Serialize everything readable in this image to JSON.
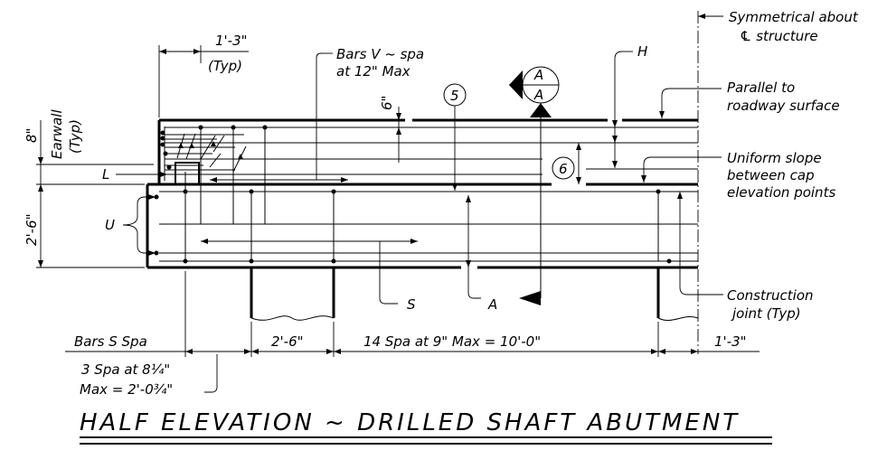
{
  "labels": {
    "symmetrical_l1": "Symmetrical about",
    "symmetrical_l2": "℄ structure",
    "typ_dim_value": "1'-3\"",
    "typ_dim_note": "(Typ)",
    "bars_v_l1": "Bars V ~ spa",
    "bars_v_l2": "at 12\" Max",
    "h": "H",
    "earwall_l1": "Earwall",
    "earwall_l2": "(Typ)",
    "dim_8in": "8\"",
    "dim_6in": "6\"",
    "bar_5": "5",
    "bar_6": "6",
    "section_a": "A",
    "parallel_l1": "Parallel to",
    "parallel_l2": "roadway surface",
    "uniform_l1": "Uniform slope",
    "uniform_l2": "between cap",
    "uniform_l3": "elevation points",
    "l": "L",
    "u": "U",
    "dim_2_6_vert": "2'-6\"",
    "s": "S",
    "a_cut": "A",
    "construction_l1": "Construction",
    "construction_l2": "joint (Typ)",
    "bars_s_spa": "Bars S Spa",
    "dim_2_6": "2'-6\"",
    "dim_14spa": "14 Spa at 9\" Max = 10'-0\"",
    "dim_1_3": "1'-3\"",
    "spa3_l1": "3 Spa at 8¼\"",
    "spa3_l2": "Max = 2'-0¾\"",
    "title": "HALF ELEVATION ~ DRILLED SHAFT ABUTMENT"
  }
}
